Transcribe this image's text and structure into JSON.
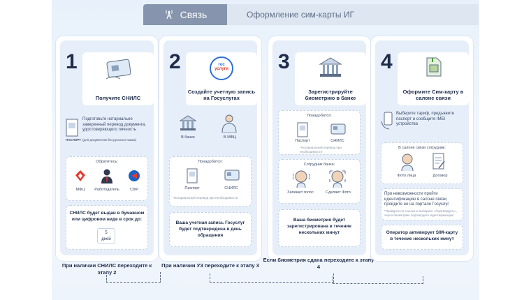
{
  "tabs": {
    "active": "Связь",
    "inactive": "Оформление сим-карты ИГ"
  },
  "steps": [
    {
      "num": "1",
      "title": "Получите СНИЛС",
      "info": "Подготовьте нотариально заверенный перевод документа, удостоверяющего личность",
      "info_note": "(для документов без русского языка)",
      "doc_label": "ПАСПОРТ",
      "contact_title": "Обратитесь:",
      "contacts": [
        "МФЦ",
        "Работодатель",
        "СФР"
      ],
      "result": "СНИЛС будет выдан в бумажном или цифровом виде в срок до:",
      "days_num": "5",
      "days_word": "дней",
      "bottom": "При наличии СНИЛС переходите к этапу 2"
    },
    {
      "num": "2",
      "title": "Создайте учетную запись на Госуслугах",
      "logo1": "гос",
      "logo2": "услуги",
      "places": [
        "В банке",
        "В МФЦ"
      ],
      "need_title": "Понадобится:",
      "needs": [
        "Паспорт",
        "СНИЛС"
      ],
      "need_note": "*Нотариальный перевод при необходимости",
      "result": "Ваша учетная запись Госуслуг будет подтверждена в день обращения",
      "bottom": "При наличии УЗ переходите к этапу 3"
    },
    {
      "num": "3",
      "title": "Зарегистрируйте биометрию в банке",
      "need_title": "Понадобится:",
      "needs": [
        "Паспорт",
        "СНИЛС"
      ],
      "need_note": "*Нотариальный перевод при необходимости",
      "staff_title": "Сотрудник банка:",
      "staff": [
        "Запишет голос",
        "Сделает Фото"
      ],
      "result": "Ваша биометрия будет зарегистрирована в течение нескольких минут",
      "bottom": "Если биометрия сдана переходите к этапу 4"
    },
    {
      "num": "4",
      "title": "Оформите Сим-карту в салоне связи",
      "info": "Выберите тариф, предъявите паспорт и сообщите IMEI устройства",
      "salon_title": "В салоне связи сотрудник:",
      "salon": [
        "Фото лица",
        "Договор"
      ],
      "fail": "При невозможности пройти идентификацию в салоне связи, пройдите ее на портале Госуслуг",
      "fail_note": "*Пройдите по ссылке и выберите «Подтвердить», через биометрию подтвердите идентификацию",
      "result": "Оператор активирует SIM-карту в течение нескольких минут",
      "bottom": ""
    }
  ]
}
